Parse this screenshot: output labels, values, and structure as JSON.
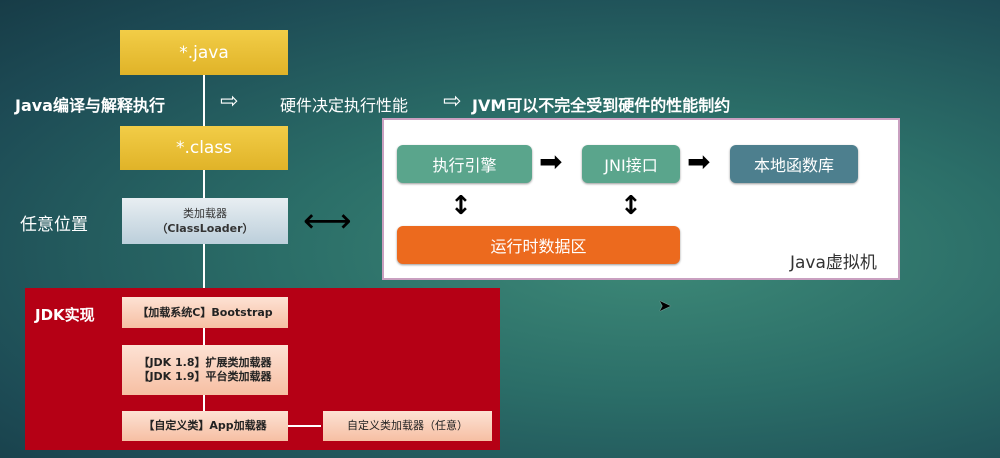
{
  "flow": {
    "java_file": "*.java",
    "class_file": "*.class",
    "classloader_line1": "类加载器",
    "classloader_line2": "（ClassLoader）"
  },
  "labels": {
    "compile": "Java编译与解释执行",
    "hardware": "硬件决定执行性能",
    "jvm_claim": "JVM可以不完全受到硬件的性能制约",
    "anywhere": "任意位置",
    "jdk_impl": "JDK实现"
  },
  "jvm": {
    "engine": "执行引擎",
    "jni": "JNI接口",
    "native_lib": "本地函数库",
    "runtime_data": "运行时数据区",
    "title": "Java虚拟机"
  },
  "loaders": {
    "bootstrap": "【加载系统C】Bootstrap",
    "ext": "【JDK 1.8】扩展类加载器",
    "platform": "【JDK 1.9】平台类加载器",
    "app": "【自定义类】App加载器",
    "custom": "自定义类加载器（任意）"
  }
}
